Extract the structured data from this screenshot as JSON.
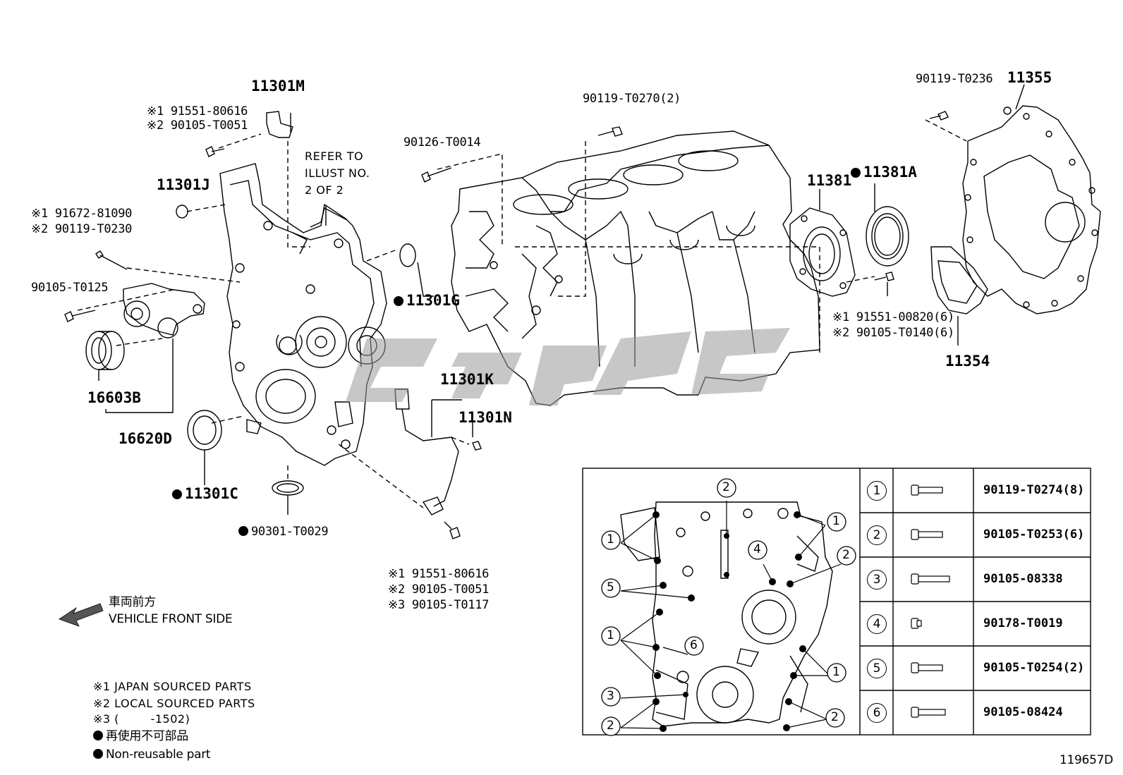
{
  "drawing_number": "119657D",
  "refer_note": [
    "REFER TO",
    "ILLUST NO.",
    "2 OF 2"
  ],
  "parts": {
    "p11301M": "11301M",
    "p11301J": "11301J",
    "p11301G": "11301G",
    "p11301C": "11301C",
    "p11301K": "11301K",
    "p11301N": "11301N",
    "p16603B": "16603B",
    "p16620D": "16620D",
    "p11381": "11381",
    "p11381A": "11381A",
    "p11355": "11355",
    "p11354": "11354",
    "p90126_T0014": "90126-T0014",
    "p90119_T0270": "90119-T0270(2)",
    "p90119_T0236": "90119-T0236",
    "p90105_T0125": "90105-T0125",
    "p90301_T0029": "90301-T0029"
  },
  "callouts": {
    "c11301M_1": "※1 91551-80616",
    "c11301M_2": "※2 90105-T0051",
    "c11301J_1": "※1 91672-81090",
    "c11301J_2": "※2 90119-T0230",
    "c11381_1": "※1 91551-00820(6)",
    "c11381_2": "※2 90105-T0140(6)",
    "c11301K_1": "※1 91551-80616",
    "c11301K_2": "※2 90105-T0051",
    "c11301K_3": "※3 90105-T0117"
  },
  "direction": {
    "jp": "車両前方",
    "en": "VEHICLE FRONT SIDE"
  },
  "legend": {
    "l1": "※1 JAPAN SOURCED PARTS",
    "l2": "※2 LOCAL SOURCED PARTS",
    "l3": "※3 (        -1502)",
    "l4_jp": "再使用不可部品",
    "l4_en": "Non-reusable part"
  },
  "bolt_table": [
    {
      "num": "1",
      "part": "90119-T0274(8)"
    },
    {
      "num": "2",
      "part": "90105-T0253(6)"
    },
    {
      "num": "3",
      "part": "90105-08338"
    },
    {
      "num": "4",
      "part": "90178-T0019"
    },
    {
      "num": "5",
      "part": "90105-T0254(2)"
    },
    {
      "num": "6",
      "part": "90105-08424"
    }
  ],
  "inset_callouts": [
    "1",
    "2",
    "3",
    "4",
    "5",
    "6"
  ]
}
